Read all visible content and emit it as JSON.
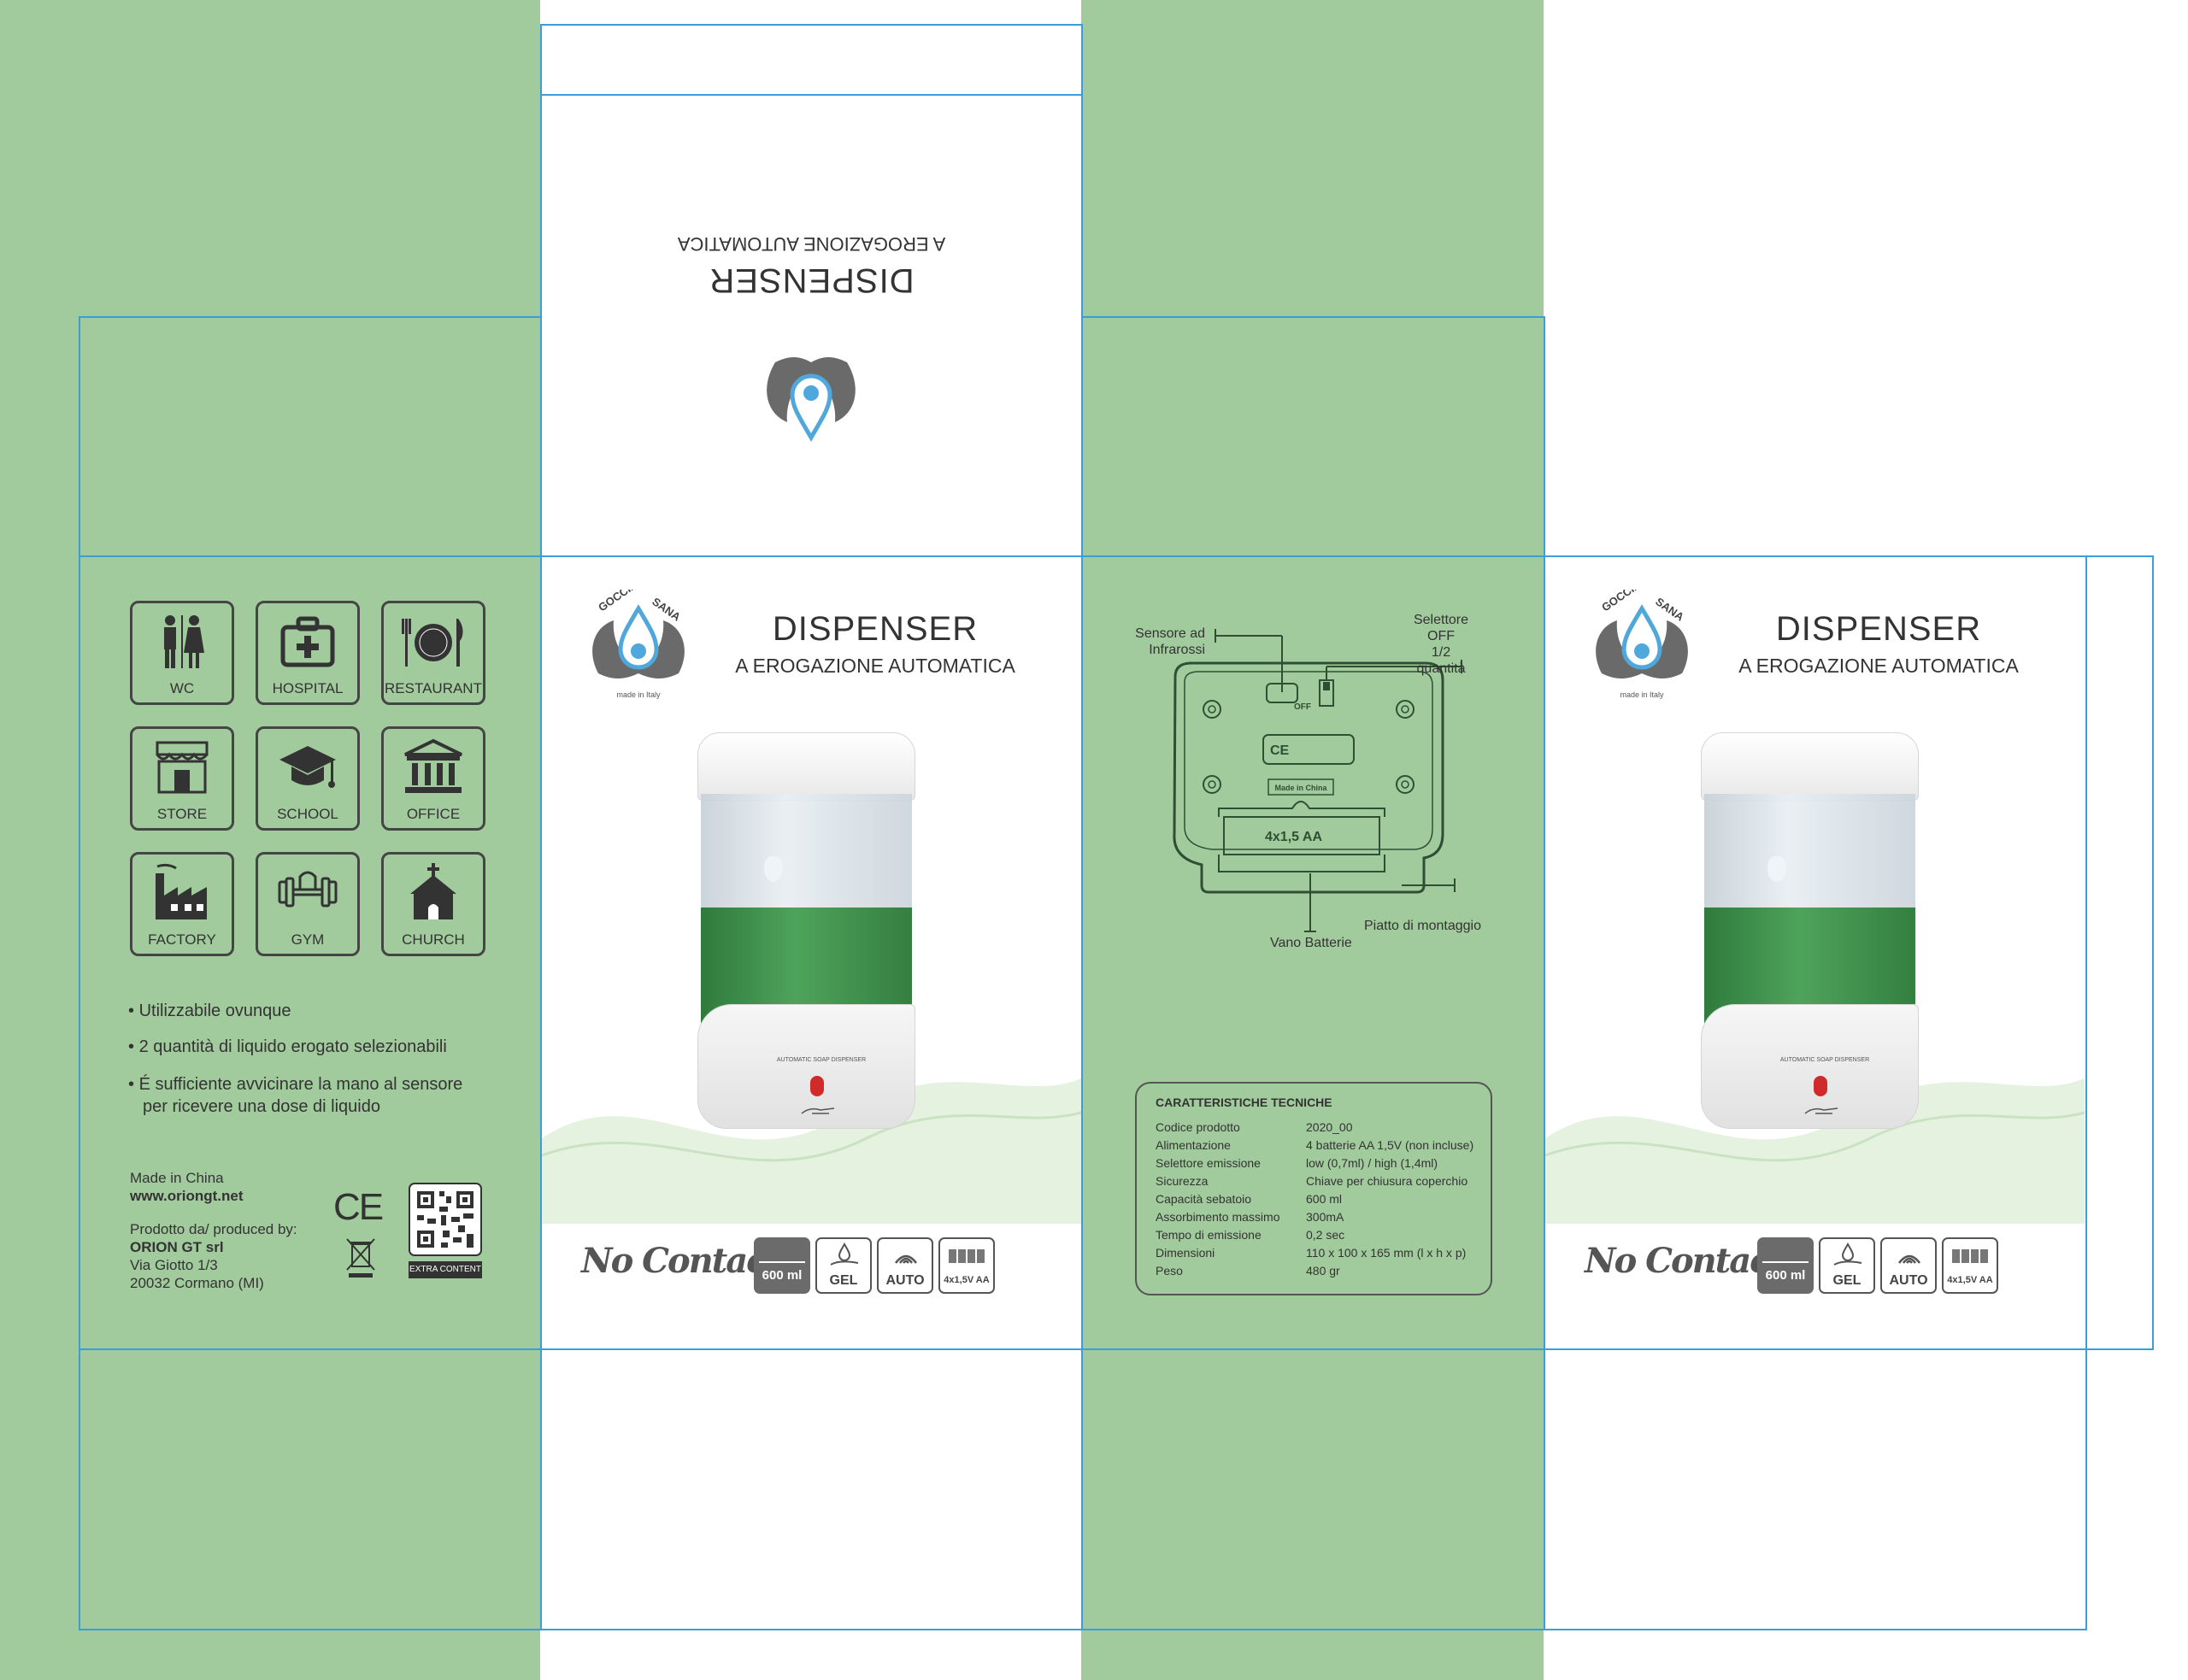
{
  "brand": {
    "logo_top": "GOCCIA",
    "logo_dot": "SANA",
    "logo_bottom": "made in Italy"
  },
  "product": {
    "title": "DISPENSER",
    "subtitle": "A EROGAZIONE AUTOMATICA",
    "device_label": "AUTOMATIC SOAP DISPENSER"
  },
  "side_panel": {
    "icons": [
      {
        "label": "WC",
        "icon": "wc-icon"
      },
      {
        "label": "HOSPITAL",
        "icon": "first-aid-kit-icon"
      },
      {
        "label": "RESTAURANT",
        "icon": "plate-cutlery-icon"
      },
      {
        "label": "STORE",
        "icon": "store-icon"
      },
      {
        "label": "SCHOOL",
        "icon": "graduation-cap-icon"
      },
      {
        "label": "OFFICE",
        "icon": "building-columns-icon"
      },
      {
        "label": "FACTORY",
        "icon": "factory-icon"
      },
      {
        "label": "GYM",
        "icon": "dumbbell-icon"
      },
      {
        "label": "CHURCH",
        "icon": "church-icon"
      }
    ],
    "bullets": [
      "Utilizzabile ovunque",
      "2 quantità di liquido erogato selezionabili",
      "É sufficiente avvicinare la mano al sensore",
      "per ricevere una dose di liquido"
    ],
    "made_in": "Made in China",
    "website": "www.oriongt.net",
    "produced_by": "Prodotto da/ produced by:",
    "company": "ORION GT srl",
    "address1": "Via Giotto 1/3",
    "address2": "20032 Cormano (MI)",
    "ce_mark": "CE",
    "qr_caption": "EXTRA CONTENT"
  },
  "badges": {
    "no_contact": "No Contact",
    "capacity": "600 ml",
    "gel": "GEL",
    "auto": "AUTO",
    "battery": "4x1,5V AA"
  },
  "diagram": {
    "sensor_label_1": "Sensore ad",
    "sensor_label_2": "Infrarossi",
    "selector_label_1": "Selettore",
    "selector_label_2": "OFF",
    "selector_label_3": "1/2 quantità",
    "switch_off": "OFF",
    "made_in_china": "Made in China",
    "batteries": "4x1,5 AA",
    "plate_label": "Piatto di montaggio",
    "battery_bay_label": "Vano Batterie"
  },
  "specs": {
    "heading": "CARATTERISTICHE TECNICHE",
    "rows": [
      [
        "Codice prodotto",
        "2020_00"
      ],
      [
        "Alimentazione",
        "4 batterie AA 1,5V (non incluse)"
      ],
      [
        "Selettore emissione",
        "low (0,7ml) / high (1,4ml)"
      ],
      [
        "Sicurezza",
        "Chiave per chiusura coperchio"
      ],
      [
        "Capacità sebatoio",
        "600 ml"
      ],
      [
        "Assorbimento massimo",
        "300mA"
      ],
      [
        "Tempo di emissione",
        "0,2 sec"
      ],
      [
        "Dimensioni",
        "110 x 100 x 165 mm (l x h x p)"
      ],
      [
        "Peso",
        "480 gr"
      ]
    ]
  },
  "colors": {
    "panel_green": "#a1cb9c",
    "cut_line": "#3a9fd8",
    "liquid_green": "#3e8f4a"
  }
}
